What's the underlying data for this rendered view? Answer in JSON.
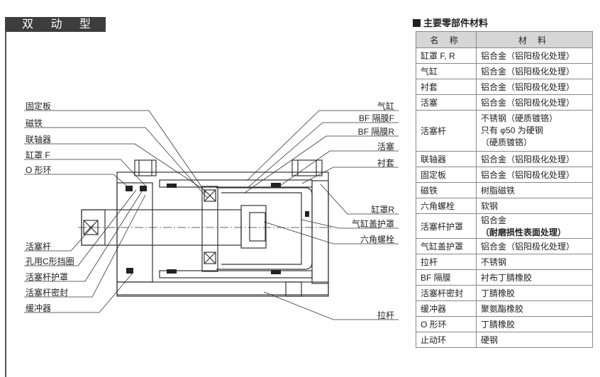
{
  "title": "双 动 型",
  "left_labels": [
    {
      "key": "fixing_plate",
      "text": "固定板"
    },
    {
      "key": "magnet",
      "text": "磁铁"
    },
    {
      "key": "coupling",
      "text": "联轴器"
    },
    {
      "key": "cylinder_cover_f",
      "text": "缸罩 F"
    },
    {
      "key": "o_ring",
      "text": "O 形环"
    },
    {
      "key": "piston_rod",
      "text": "活塞杆"
    },
    {
      "key": "c_retaining_ring",
      "text": "孔用C形挡圈"
    },
    {
      "key": "rod_guard",
      "text": "活塞杆护罩"
    },
    {
      "key": "rod_seal",
      "text": "活塞杆密封"
    },
    {
      "key": "buffer",
      "text": "缓冲器"
    }
  ],
  "right_labels": [
    {
      "key": "cylinder",
      "text": "气缸"
    },
    {
      "key": "bf_diaphragm_f",
      "text": "BF 隔膜F"
    },
    {
      "key": "bf_diaphragm_r",
      "text": "BF 隔膜R"
    },
    {
      "key": "piston",
      "text": "活塞"
    },
    {
      "key": "sleeve",
      "text": "衬套"
    },
    {
      "key": "cylinder_cover_r",
      "text": "缸罩R"
    },
    {
      "key": "cylinder_cover_guard",
      "text": "气缸盖护罩"
    },
    {
      "key": "hex_bolt",
      "text": "六角螺栓"
    },
    {
      "key": "tie_rod",
      "text": "拉杆"
    }
  ],
  "materials": {
    "heading": "主要零部件材料",
    "col_name": "名 称",
    "col_material": "材 料",
    "rows": [
      {
        "name": "缸罩 F, R",
        "material": "铝合金（铝阳极化处理）"
      },
      {
        "name": "气缸",
        "material": "铝合金（铝阳极化处理）"
      },
      {
        "name": "衬套",
        "material": "铝合金（铝阳极化处理）"
      },
      {
        "name": "活塞",
        "material": "铝合金（铝阳极化处理）"
      },
      {
        "name": "活塞杆",
        "material_lines": [
          "不锈钢（硬质镀铬）",
          "只有 φ50 为硬钢",
          "（硬质镀铬）"
        ]
      },
      {
        "name": "联轴器",
        "material": "铝合金（铝阳极化处理）"
      },
      {
        "name": "固定板",
        "material": "铝合金（铝阳极化处理）"
      },
      {
        "name": "磁铁",
        "material": "树脂磁铁"
      },
      {
        "name": "六角螺栓",
        "material": "软钢"
      },
      {
        "name": "活塞杆护罩",
        "material_prefix": "铝合金",
        "material_bold": "（耐磨损性表面处理）"
      },
      {
        "name": "气缸盖护罩",
        "material": "铝合金（铝阳极化处理）"
      },
      {
        "name": "拉杆",
        "material": "不锈钢"
      },
      {
        "name": "BF 隔膜",
        "material": "衬布丁腈橡胶"
      },
      {
        "name": "活塞杆密封",
        "material": "丁腈橡胶"
      },
      {
        "name": "缓冲器",
        "material": "聚氨酯橡胶"
      },
      {
        "name": "O 形环",
        "material": "丁腈橡胶"
      },
      {
        "name": "止动环",
        "material": "硬钢"
      }
    ]
  }
}
